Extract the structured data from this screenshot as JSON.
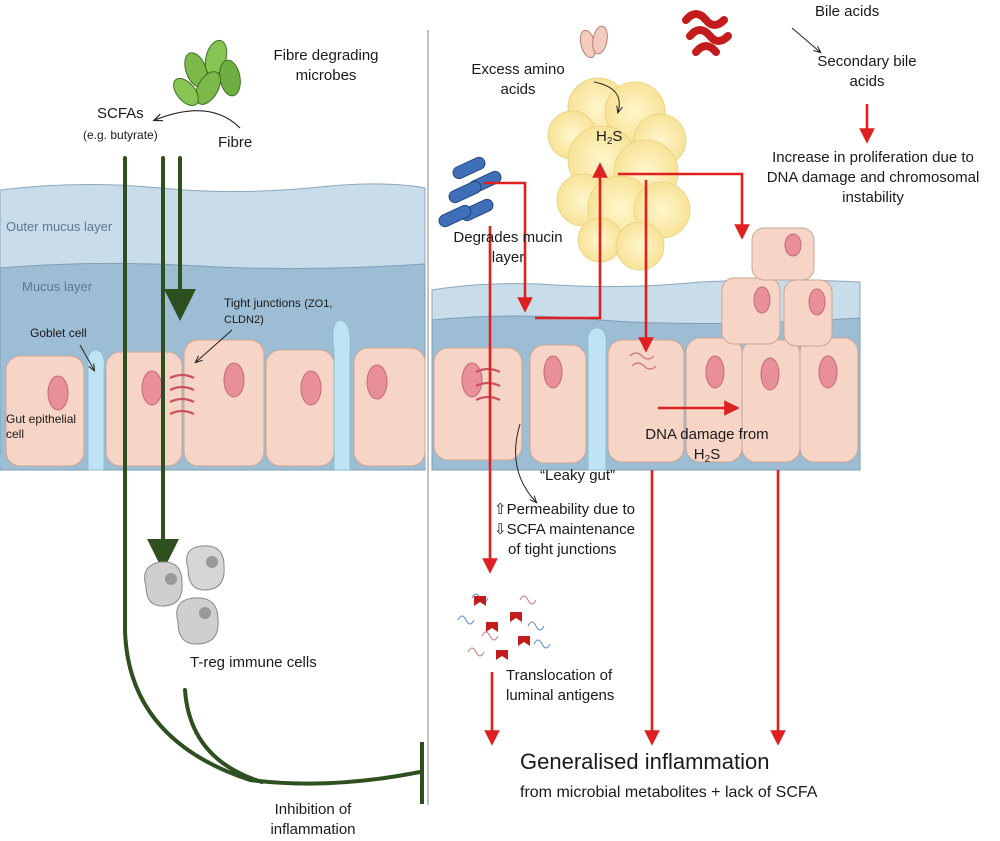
{
  "left": {
    "microbes_label": [
      "Fibre degrading",
      "microbes"
    ],
    "scfa_label": "SCFAs",
    "scfa_example": "(e.g. butyrate)",
    "fibre_label": "Fibre",
    "outer_mucus": "Outer mucus layer",
    "mucus": "Mucus layer",
    "goblet": "Goblet cell",
    "tight_junctions": "Tight junctions",
    "tight_junctions_detail": [
      "(ZO1,",
      "CLDN2)"
    ],
    "epithelial": [
      "Gut epithelial",
      "cell"
    ],
    "treg": "T-reg immune cells",
    "inhibition": [
      "Inhibition of",
      "inflammation"
    ]
  },
  "right": {
    "bile_acids": "Bile acids",
    "secondary_bile": [
      "Secondary bile",
      "acids"
    ],
    "excess_amino": [
      "Excess amino",
      "acids"
    ],
    "h2s": "H",
    "h2s_sub": "2",
    "h2s_tail": "S",
    "proliferation": [
      "Increase in proliferation due to",
      "DNA damage and chromosomal",
      "instability"
    ],
    "degrades_mucin": [
      "Degrades mucin",
      "layer"
    ],
    "leaky_gut": "“Leaky gut”",
    "dna_damage": "DNA damage from",
    "dna_damage_h": "H",
    "dna_damage_sub": "2",
    "dna_damage_tail": "S",
    "permeability": [
      "⇧Permeability due to",
      "⇩SCFA maintenance",
      "of tight junctions"
    ],
    "translocation": [
      "Translocation of",
      "luminal antigens"
    ],
    "generalised": "Generalised inflammation",
    "generalised_sub": "from microbial metabolites + lack of SCFA"
  },
  "colors": {
    "green_arrow": "#2e4f1f",
    "red_arrow": "#e02020",
    "outer_mucus": "#c9dce9",
    "inner_mucus": "#9cbdd4",
    "epithelial": "#f6d5c6",
    "nucleus": "#e88f9a",
    "goblet": "#bfe3f2",
    "h2s_cloud": "#fbe9a6",
    "bacteria_blue": "#3e6fb8",
    "bile_red": "#c41c1c",
    "treg": "#cfcfcf"
  }
}
